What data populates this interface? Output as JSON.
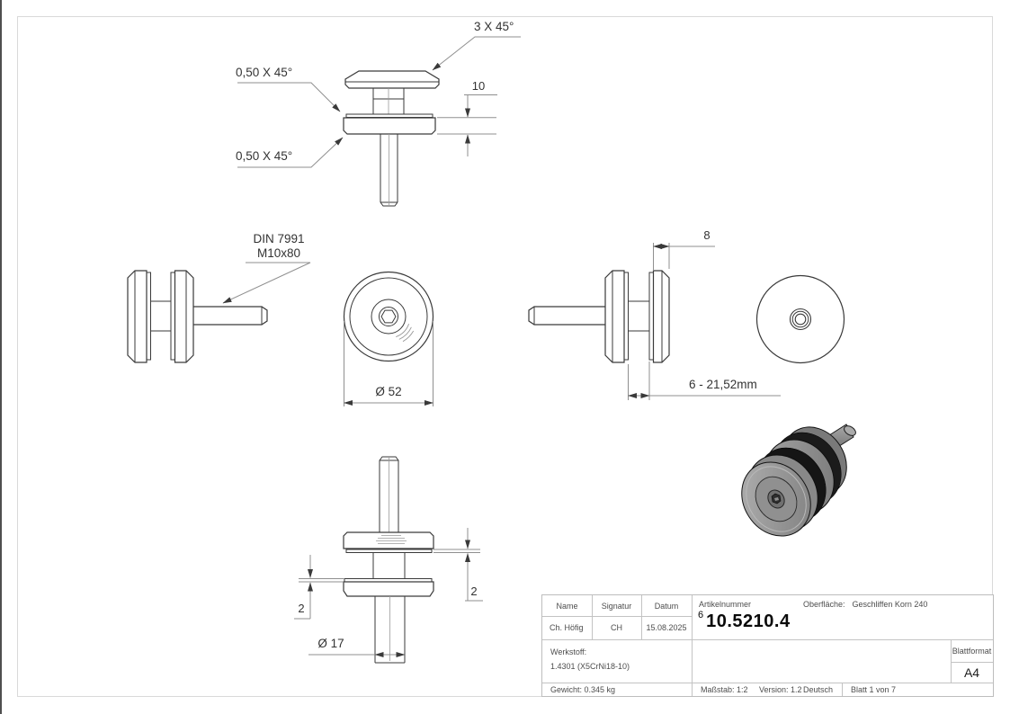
{
  "annotations": {
    "chamfer_3x45": "3 X 45°",
    "chamfer_050_upper": "0,50 X 45°",
    "chamfer_050_lower": "0,50 X 45°",
    "dim_height_10": "10",
    "din_standard": "DIN 7991",
    "din_size": "M10x80",
    "dia_52": "Ø 52",
    "dim_8": "8",
    "glass_range": "6 - 21,52mm",
    "dim_2_left": "2",
    "dim_2_right": "2",
    "dia_17": "Ø 17"
  },
  "title_block": {
    "name_label": "Name",
    "signature_label": "Signatur",
    "date_label": "Datum",
    "name_value": "Ch. Höfig",
    "signature_value": "CH",
    "date_value": "15.08.2025",
    "article_label": "Artikelnummer",
    "article_prefix": "6",
    "article_number": "10.5210.4",
    "surface_label": "Oberfläche:",
    "surface_value": "Geschliffen Korn 240",
    "material_label": "Werkstoff:",
    "material_value": "1.4301 (X5CrNi18-10)",
    "weight": "Gewicht: 0.345 kg",
    "scale": "Maßstab: 1:2",
    "version": "Version: 1.2",
    "language": "Deutsch",
    "sheet": "Blatt 1 von 7",
    "format_label": "Blattformat",
    "format_value": "A4"
  },
  "colors": {
    "outline": "#3a3a3a",
    "dimension_line": "#8f8f8f",
    "frame": "#d9d9d9",
    "metal_gray": "#9c9c9c",
    "rubber_black": "#161616"
  }
}
